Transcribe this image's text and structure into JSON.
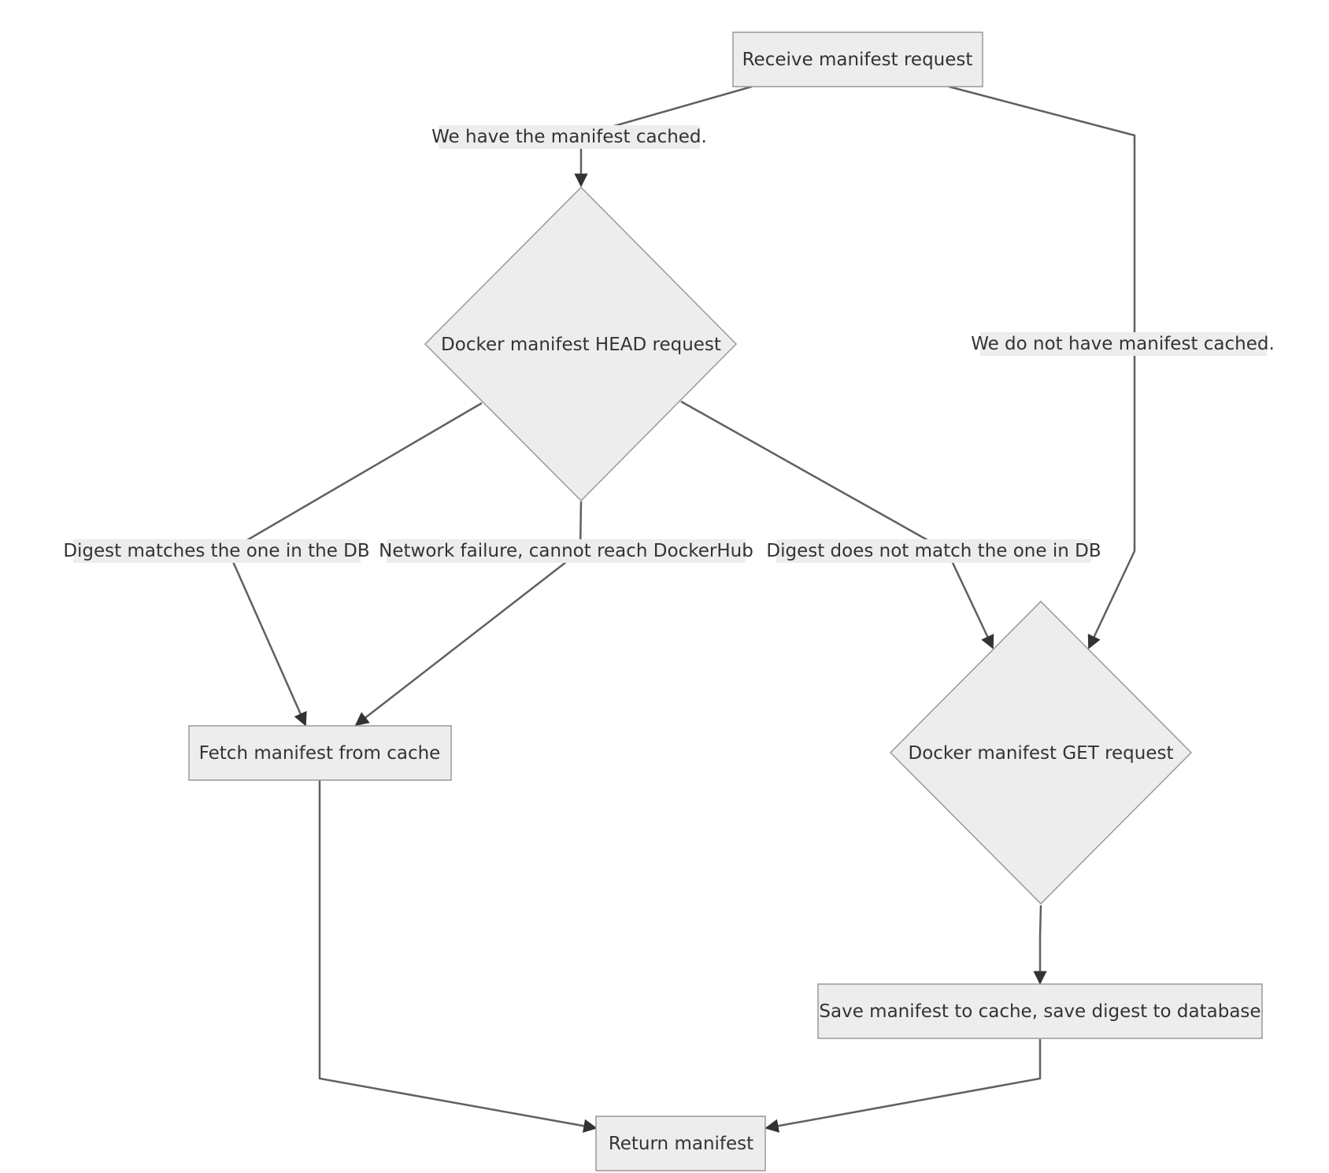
{
  "colors": {
    "node_fill": "#ededed",
    "node_stroke": "#999999",
    "edge": "#606060",
    "text": "#333333"
  },
  "nodes": {
    "receive": "Receive manifest request",
    "head": "Docker manifest HEAD request",
    "fetch": "Fetch manifest from cache",
    "get": "Docker manifest GET request",
    "save": "Save manifest to cache, save digest to database",
    "return": "Return manifest"
  },
  "edges": {
    "cached": "We have the manifest cached.",
    "not_cached": "We do not have manifest cached.",
    "digest_match": "Digest matches the one in the DB",
    "network_failure": "Network failure, cannot reach DockerHub",
    "digest_mismatch": "Digest does not match the one in DB"
  }
}
